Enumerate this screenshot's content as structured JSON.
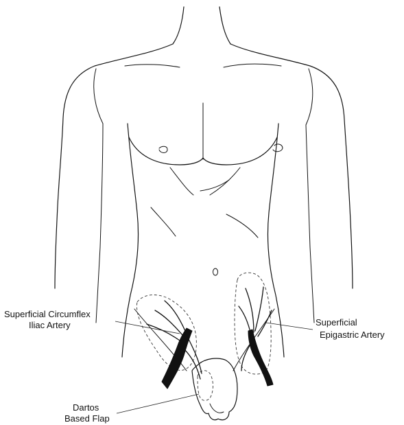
{
  "labels": {
    "scia_line1": "Superficial Circumflex",
    "scia_line2": "Iliac Artery",
    "sea_line1": "Superficial",
    "sea_line2": "Epigastric Artery",
    "dartos_line1": "Dartos",
    "dartos_line2": "Based Flap"
  }
}
